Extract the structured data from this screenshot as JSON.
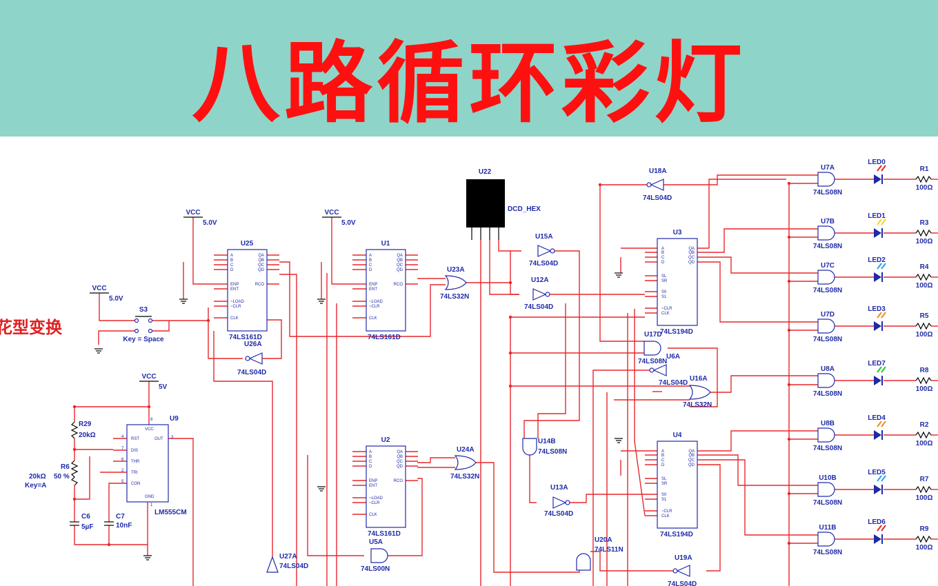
{
  "banner": {
    "title": "八路循环彩灯",
    "bg_color": "#8fd4c8",
    "title_color": "#ff1010"
  },
  "side_text": "花型变换",
  "counters": [
    {
      "ref": "U25",
      "part": "74LS161D",
      "pins_left": [
        "A",
        "B",
        "C",
        "D",
        "ENP",
        "ENT",
        "~LOAD",
        "~CLR",
        "CLK"
      ],
      "pins_right": [
        "QA",
        "QB",
        "QC",
        "QD",
        "RCO"
      ]
    },
    {
      "ref": "U1",
      "part": "74LS161D",
      "pins_left": [
        "A",
        "B",
        "C",
        "D",
        "ENP",
        "ENT",
        "~LOAD",
        "~CLR",
        "CLK"
      ],
      "pins_right": [
        "QA",
        "QB",
        "QC",
        "QD",
        "RCO"
      ]
    },
    {
      "ref": "U2",
      "part": "74LS161D",
      "pins_left": [
        "A",
        "B",
        "C",
        "D",
        "ENP",
        "ENT",
        "~LOAD",
        "~CLR",
        "CLK"
      ],
      "pins_right": [
        "QA",
        "QB",
        "QC",
        "QD",
        "RCO"
      ]
    }
  ],
  "shift_registers": [
    {
      "ref": "U3",
      "part": "74LS194D",
      "pins_left": [
        "A",
        "B",
        "C",
        "D",
        "SL",
        "SR",
        "S0",
        "S1",
        "~CLR",
        "CLK"
      ],
      "pins_right": [
        "QA",
        "QB",
        "QC",
        "QD"
      ]
    },
    {
      "ref": "U4",
      "part": "74LS194D",
      "pins_left": [
        "A",
        "B",
        "C",
        "D",
        "SL",
        "SR",
        "S0",
        "S1",
        "~CLR",
        "CLK"
      ],
      "pins_right": [
        "QA",
        "QB",
        "QC",
        "QD"
      ]
    }
  ],
  "timer": {
    "ref": "U9",
    "part": "LM555CM",
    "pins_left": [
      "RST",
      "DIS",
      "THR",
      "TRI",
      "CON"
    ],
    "pins_right": [
      "OUT"
    ],
    "vcc": "VCC",
    "gnd": "GND",
    "pin_vcc": "8",
    "pin_gnd": "1",
    "pin_out": "3",
    "pin_nums_left": [
      "4",
      "7",
      "6",
      "2",
      "5"
    ]
  },
  "supplies": [
    {
      "name": "VCC",
      "value": "5.0V"
    },
    {
      "name": "VCC",
      "value": "5.0V"
    },
    {
      "name": "VCC",
      "value": "5.0V"
    },
    {
      "name": "VCC",
      "value": "5V"
    }
  ],
  "switch": {
    "ref": "S3",
    "key": "Key = Space"
  },
  "passives": {
    "r29": {
      "ref": "R29",
      "value": "20kΩ"
    },
    "r6": {
      "ref": "R6",
      "value": "20kΩ",
      "percent": "50 %",
      "key": "Key=A"
    },
    "c6": {
      "ref": "C6",
      "value": "5µF"
    },
    "c7": {
      "ref": "C7",
      "value": "10nF"
    }
  },
  "display": {
    "ref": "U22",
    "part": "DCD_HEX"
  },
  "gates": [
    {
      "ref": "U26A",
      "part": "74LS04D"
    },
    {
      "ref": "U23A",
      "part": "74LS32N"
    },
    {
      "ref": "U24A",
      "part": "74LS32N"
    },
    {
      "ref": "U5A",
      "part": "74LS00N"
    },
    {
      "ref": "U27A",
      "part": "74LS04D"
    },
    {
      "ref": "U15A",
      "part": "74LS04D"
    },
    {
      "ref": "U12A",
      "part": "74LS04D"
    },
    {
      "ref": "U14B",
      "part": "74LS08N"
    },
    {
      "ref": "U13A",
      "part": "74LS04D"
    },
    {
      "ref": "U20A",
      "part": "74LS11N"
    },
    {
      "ref": "U18A",
      "part": "74LS04D"
    },
    {
      "ref": "U17D",
      "part": "74LS08N"
    },
    {
      "ref": "U6A",
      "part": "74LS04D"
    },
    {
      "ref": "U16A",
      "part": "74LS32N"
    },
    {
      "ref": "U19A",
      "part": "74LS04D"
    }
  ],
  "outputs": [
    {
      "gate": "U7A",
      "part": "74LS08N",
      "led": "LED0",
      "res": "R1",
      "value": "100Ω",
      "color": "#e8262a"
    },
    {
      "gate": "U7B",
      "part": "74LS08N",
      "led": "LED1",
      "res": "R3",
      "value": "100Ω",
      "color": "#f2d41a"
    },
    {
      "gate": "U7C",
      "part": "74LS08N",
      "led": "LED2",
      "res": "R4",
      "value": "100Ω",
      "color": "#27a4e8"
    },
    {
      "gate": "U7D",
      "part": "74LS08N",
      "led": "LED3",
      "res": "R5",
      "value": "100Ω",
      "color": "#f28a1a"
    },
    {
      "gate": "U8A",
      "part": "74LS08N",
      "led": "LED7",
      "res": "R8",
      "value": "100Ω",
      "color": "#28c828"
    },
    {
      "gate": "U8B",
      "part": "74LS08N",
      "led": "LED4",
      "res": "R2",
      "value": "100Ω",
      "color": "#f28a1a"
    },
    {
      "gate": "U10B",
      "part": "74LS08N",
      "led": "LED5",
      "res": "R7",
      "value": "100Ω",
      "color": "#27a4e8"
    },
    {
      "gate": "U11B",
      "part": "74LS08N",
      "led": "LED6",
      "res": "R9",
      "value": "100Ω",
      "color": "#e8262a"
    }
  ]
}
